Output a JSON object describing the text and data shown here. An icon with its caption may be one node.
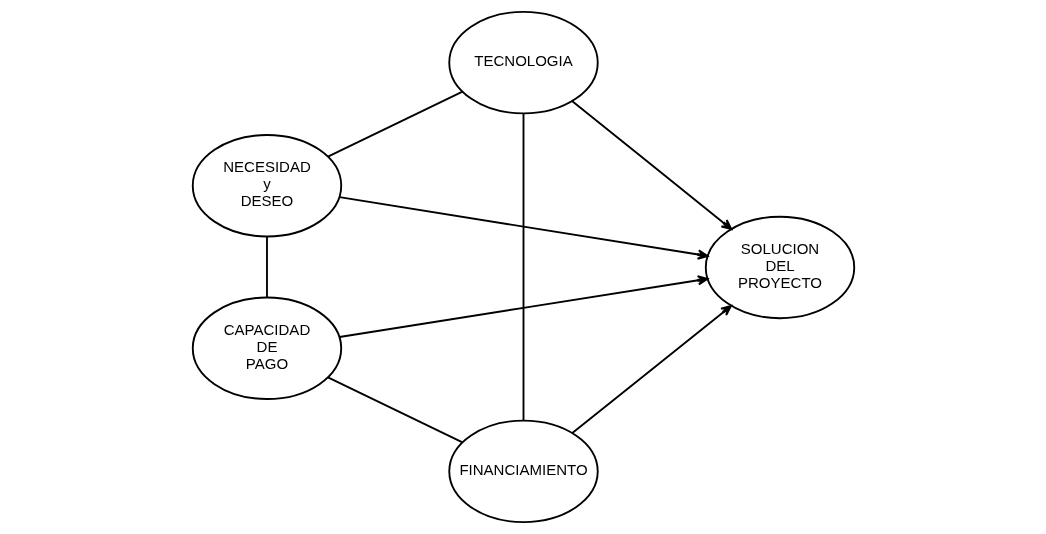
{
  "diagram": {
    "nodes": [
      {
        "text": [
          "NECESIDAD y DESEO"
        ]
      },
      {
        "text": [
          "TECNOLOGIA"
        ]
      },
      {
        "text": [
          "SOLUCION DEL PROYECTO"
        ]
      },
      {
        "text": [
          "CAPACIDAD DE PAGO"
        ]
      },
      {
        "text": [
          "FINANCIAMIENTO"
        ]
      }
    ],
    "edges": [
      {
        "from": 0,
        "to": 1,
        "arrow": "none"
      },
      {
        "from": 0,
        "to": 2,
        "arrow": "to"
      },
      {
        "from": 1,
        "to": 2,
        "arrow": "to"
      },
      {
        "from": 0,
        "to": 3,
        "arrow": "none"
      },
      {
        "from": 1,
        "to": 4,
        "arrow": "none"
      },
      {
        "from": 3,
        "to": 2,
        "arrow": "to"
      },
      {
        "from": 4,
        "to": 2,
        "arrow": "to"
      },
      {
        "from": 3,
        "to": 4,
        "arrow": "none"
      }
    ]
  }
}
